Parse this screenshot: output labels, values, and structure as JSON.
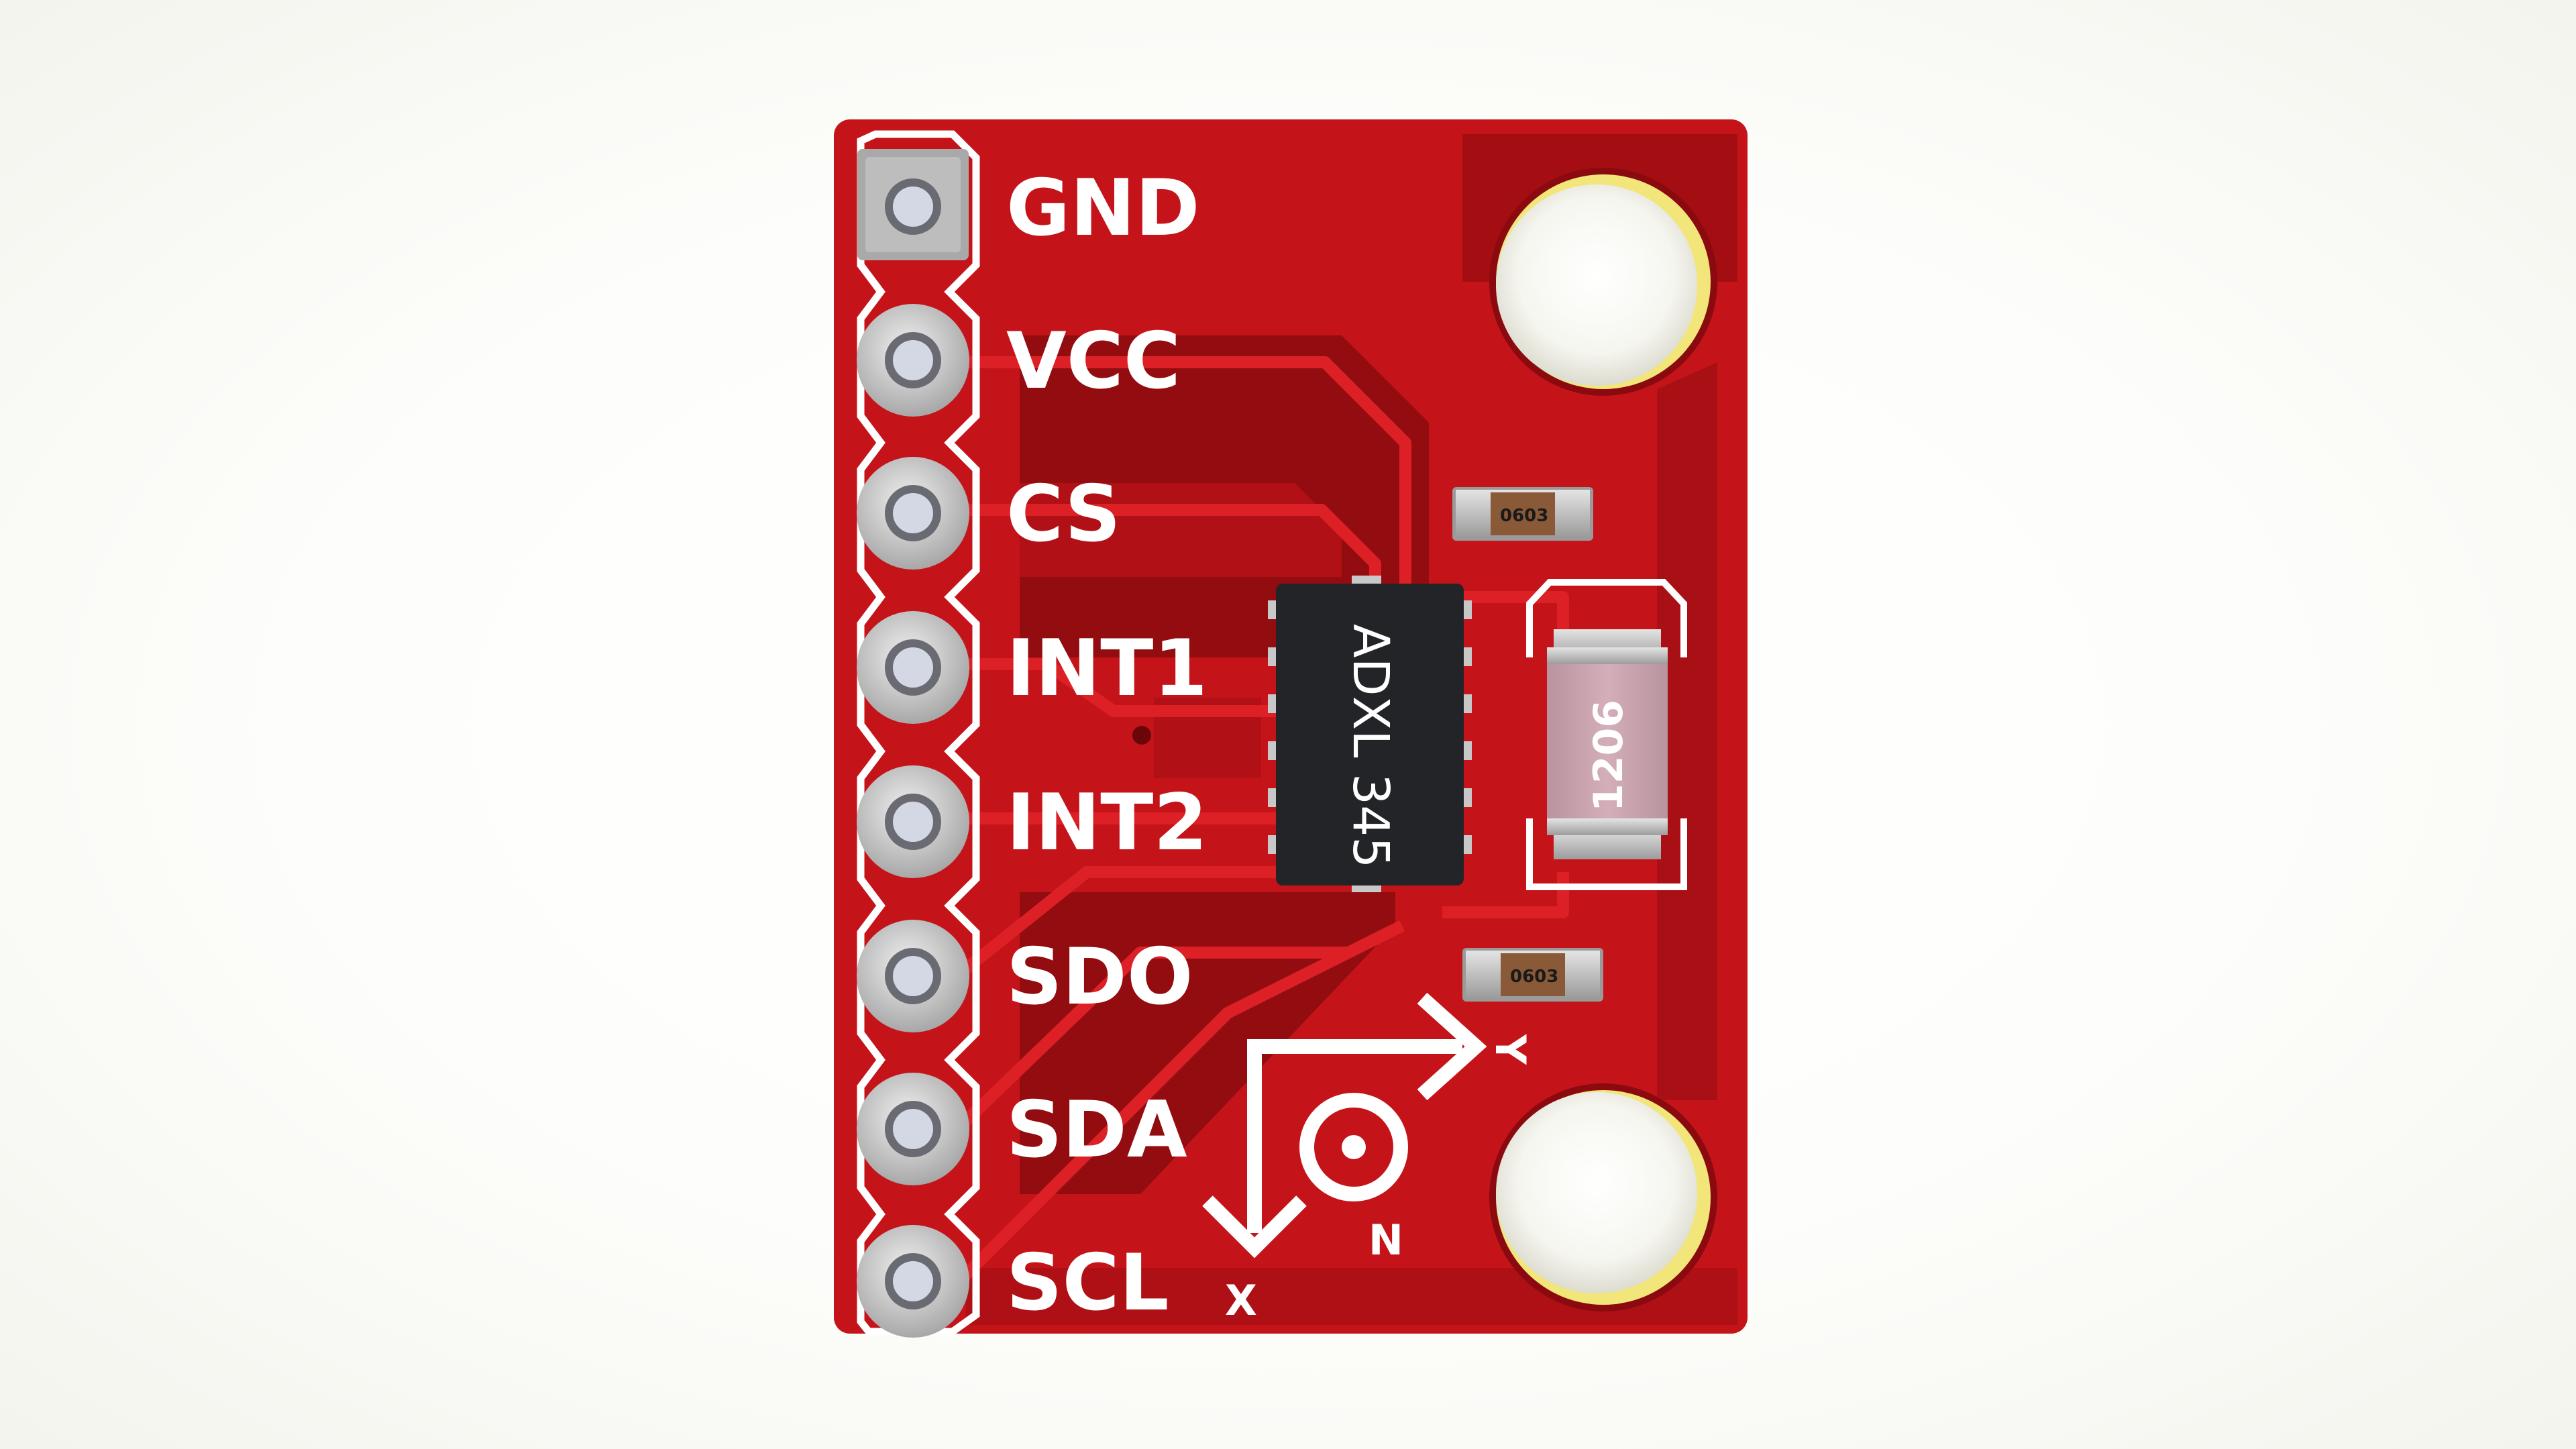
{
  "board": {
    "pins": [
      {
        "label": "GND",
        "square": true
      },
      {
        "label": "VCC",
        "square": false
      },
      {
        "label": "CS",
        "square": false
      },
      {
        "label": "INT1",
        "square": false
      },
      {
        "label": "INT2",
        "square": false
      },
      {
        "label": "SDO",
        "square": false
      },
      {
        "label": "SDA",
        "square": false
      },
      {
        "label": "SCL",
        "square": false
      }
    ],
    "chip_label": "ADXL 345",
    "resistor_top_label": "0603",
    "resistor_bottom_label": "0603",
    "capacitor_label": "1206",
    "axis": {
      "x": "X",
      "y": "Y",
      "z": "N"
    },
    "colors": {
      "pcb": "#c4141a",
      "copper_pour": "#8a0a0f",
      "silkscreen": "#ffffff",
      "chip_body": "#222428",
      "mount_hole_ring": "#f2e67a"
    }
  }
}
